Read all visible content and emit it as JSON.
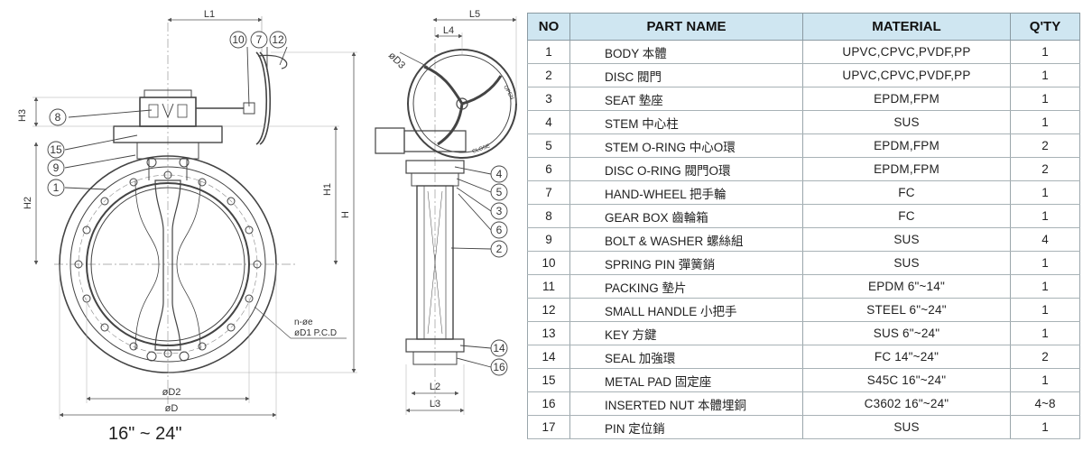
{
  "drawing": {
    "size_range": "16\" ~ 24\"",
    "dimension_labels": {
      "L1": "L1",
      "L2": "L2",
      "L3": "L3",
      "L4": "L4",
      "L5": "L5",
      "H": "H",
      "H1": "H1",
      "H2": "H2",
      "H3": "H3",
      "D": "øD",
      "D2": "øD2",
      "D3": "øD3",
      "bolt_count": "n-øe",
      "pcd": "øD1 P.C.D"
    },
    "callouts_front": [
      "10",
      "7",
      "12",
      "8",
      "15",
      "9",
      "1"
    ],
    "callouts_side": [
      "4",
      "5",
      "3",
      "6",
      "2",
      "14",
      "16"
    ],
    "wheel_text": [
      "OPEN",
      "CLOSE"
    ]
  },
  "table": {
    "headers": {
      "no": "NO",
      "part_name": "PART NAME",
      "material": "MATERIAL",
      "qty": "Q'TY"
    },
    "rows": [
      {
        "no": "1",
        "part_name": "BODY 本體",
        "material": "UPVC,CPVC,PVDF,PP",
        "qty": "1"
      },
      {
        "no": "2",
        "part_name": "DISC 閥門",
        "material": "UPVC,CPVC,PVDF,PP",
        "qty": "1"
      },
      {
        "no": "3",
        "part_name": "SEAT 墊座",
        "material": "EPDM,FPM",
        "qty": "1"
      },
      {
        "no": "4",
        "part_name": "STEM 中心柱",
        "material": "SUS",
        "qty": "1"
      },
      {
        "no": "5",
        "part_name": "STEM O-RING 中心O環",
        "material": "EPDM,FPM",
        "qty": "2"
      },
      {
        "no": "6",
        "part_name": "DISC O-RING 閥門O環",
        "material": "EPDM,FPM",
        "qty": "2"
      },
      {
        "no": "7",
        "part_name": "HAND-WHEEL 把手輪",
        "material": "FC",
        "qty": "1"
      },
      {
        "no": "8",
        "part_name": "GEAR BOX 齒輪箱",
        "material": "FC",
        "qty": "1"
      },
      {
        "no": "9",
        "part_name": "BOLT & WASHER 螺絲組",
        "material": "SUS",
        "qty": "4"
      },
      {
        "no": "10",
        "part_name": "SPRING PIN 彈簧銷",
        "material": "SUS",
        "qty": "1"
      },
      {
        "no": "11",
        "part_name": "PACKING 墊片",
        "material": "EPDM 6\"~14\"",
        "qty": "1"
      },
      {
        "no": "12",
        "part_name": "SMALL HANDLE 小把手",
        "material": "STEEL 6\"~24\"",
        "qty": "1"
      },
      {
        "no": "13",
        "part_name": "KEY 方鍵",
        "material": "SUS 6\"~24\"",
        "qty": "1"
      },
      {
        "no": "14",
        "part_name": "SEAL 加強環",
        "material": "FC 14\"~24\"",
        "qty": "2"
      },
      {
        "no": "15",
        "part_name": "METAL PAD 固定座",
        "material": "S45C 16\"~24\"",
        "qty": "1"
      },
      {
        "no": "16",
        "part_name": "INSERTED NUT 本體埋銅",
        "material": "C3602 16\"~24\"",
        "qty": "4~8"
      },
      {
        "no": "17",
        "part_name": "PIN 定位銷",
        "material": "SUS",
        "qty": "1"
      }
    ]
  }
}
